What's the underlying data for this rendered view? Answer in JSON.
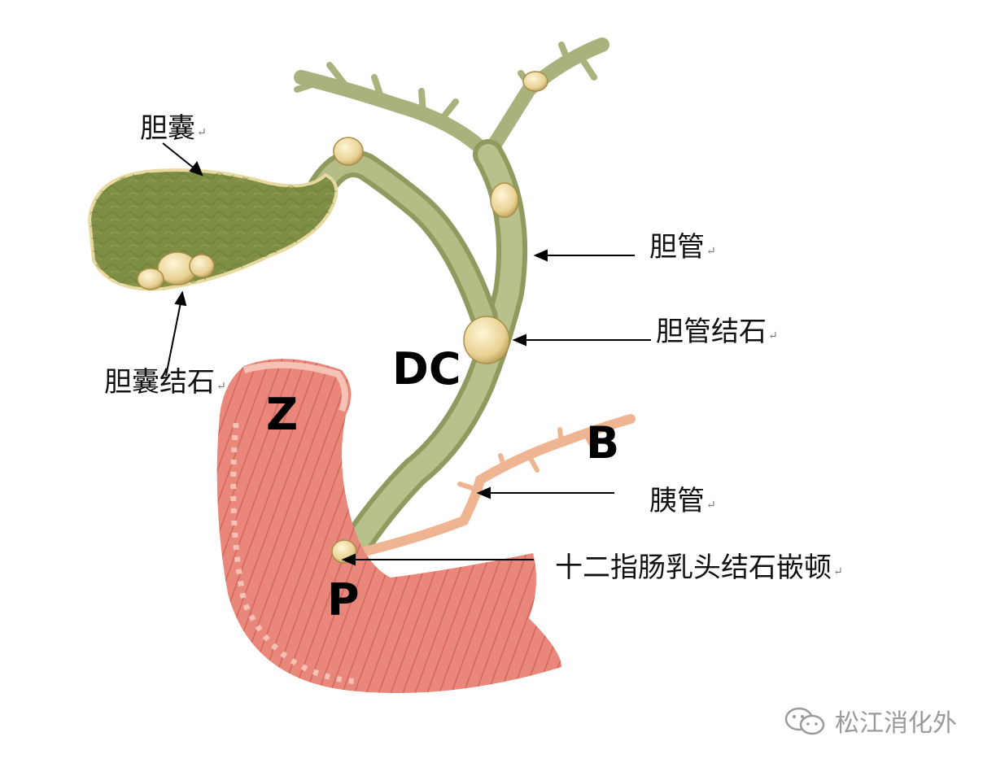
{
  "labels": {
    "gallbladder": "胆囊",
    "bile_duct": "胆管",
    "bile_duct_stone": "胆管结石",
    "gallbladder_stone": "胆囊结石",
    "pancreatic_duct": "胰管",
    "papilla_impaction": "十二指肠乳头结石嵌顿",
    "return_mark": "↵"
  },
  "letters": {
    "dc": "DC",
    "z": "Z",
    "b": "B",
    "p": "P"
  },
  "watermark": {
    "text": "松江消化外",
    "icon": "wechat-icon"
  },
  "colors": {
    "gallbladder": "#7e8f45",
    "duct": "#a9b27c",
    "duct_dark": "#7d8a50",
    "stone": "#ead59a",
    "duodenum": "#e8877a",
    "duodenum_light": "#f6c2b6",
    "pancreatic": "#efb592"
  }
}
